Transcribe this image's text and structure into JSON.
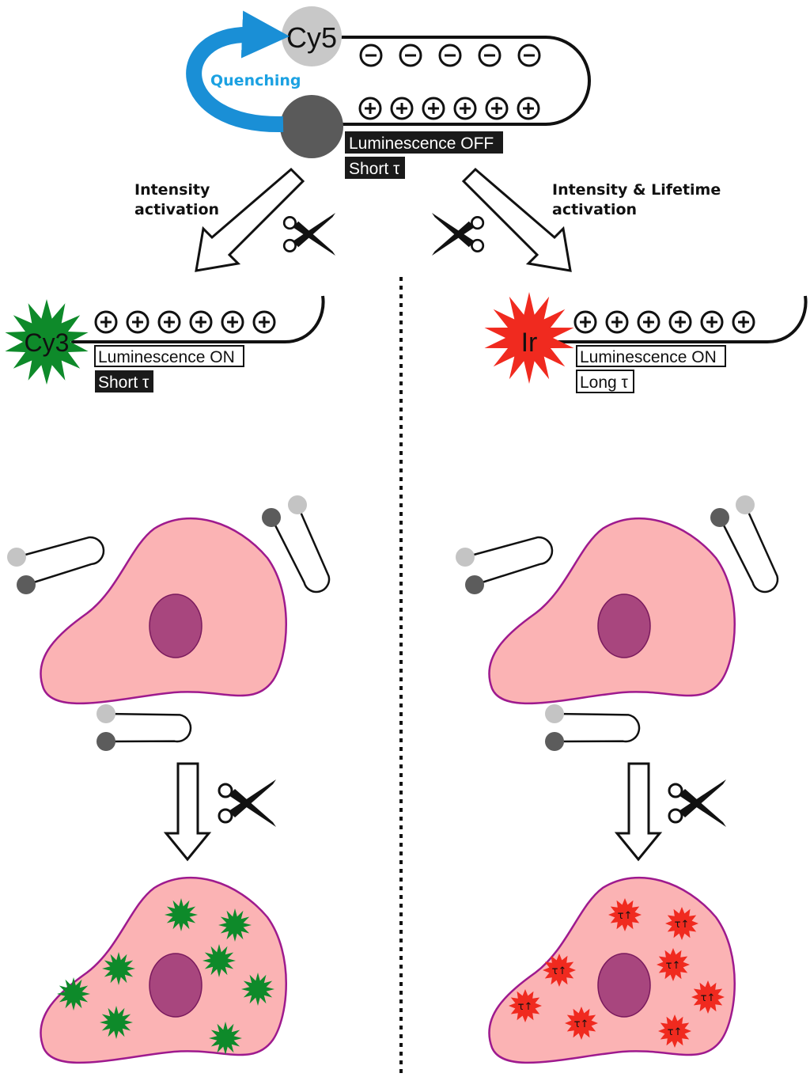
{
  "colors": {
    "quench_arrow": "#1a8fd6",
    "quenching_text": "#1ba1e2",
    "cy5_circle": "#c8c8c8",
    "quencher": "#5a5a5a",
    "cy3_star": "#0e8a2a",
    "ir_star": "#f02a1f",
    "cell_fill": "#fbb3b4",
    "cell_border": "#9e1a8e",
    "nucleus": "#a8467e",
    "probe_light": "#c4c4c4",
    "probe_dark": "#5c5c5c",
    "off_box": "#1a1a1a"
  },
  "top_probe": {
    "fluorophore": "Cy5",
    "quenching": "Quenching",
    "status": "Luminescence OFF",
    "lifetime": "Short τ",
    "minus_count": 5,
    "plus_count": 6
  },
  "left_branch": {
    "activation": [
      "Intensity",
      "activation"
    ],
    "fluorophore": "Cy3",
    "status": "Luminescence ON",
    "lifetime": "Short τ",
    "plus_count": 6
  },
  "right_branch": {
    "activation": [
      "Intensity & Lifetime",
      "activation"
    ],
    "fluorophore": "Ir",
    "status": "Luminescence ON",
    "lifetime": "Long τ",
    "plus_count": 6,
    "marker_label": "τ↑"
  }
}
